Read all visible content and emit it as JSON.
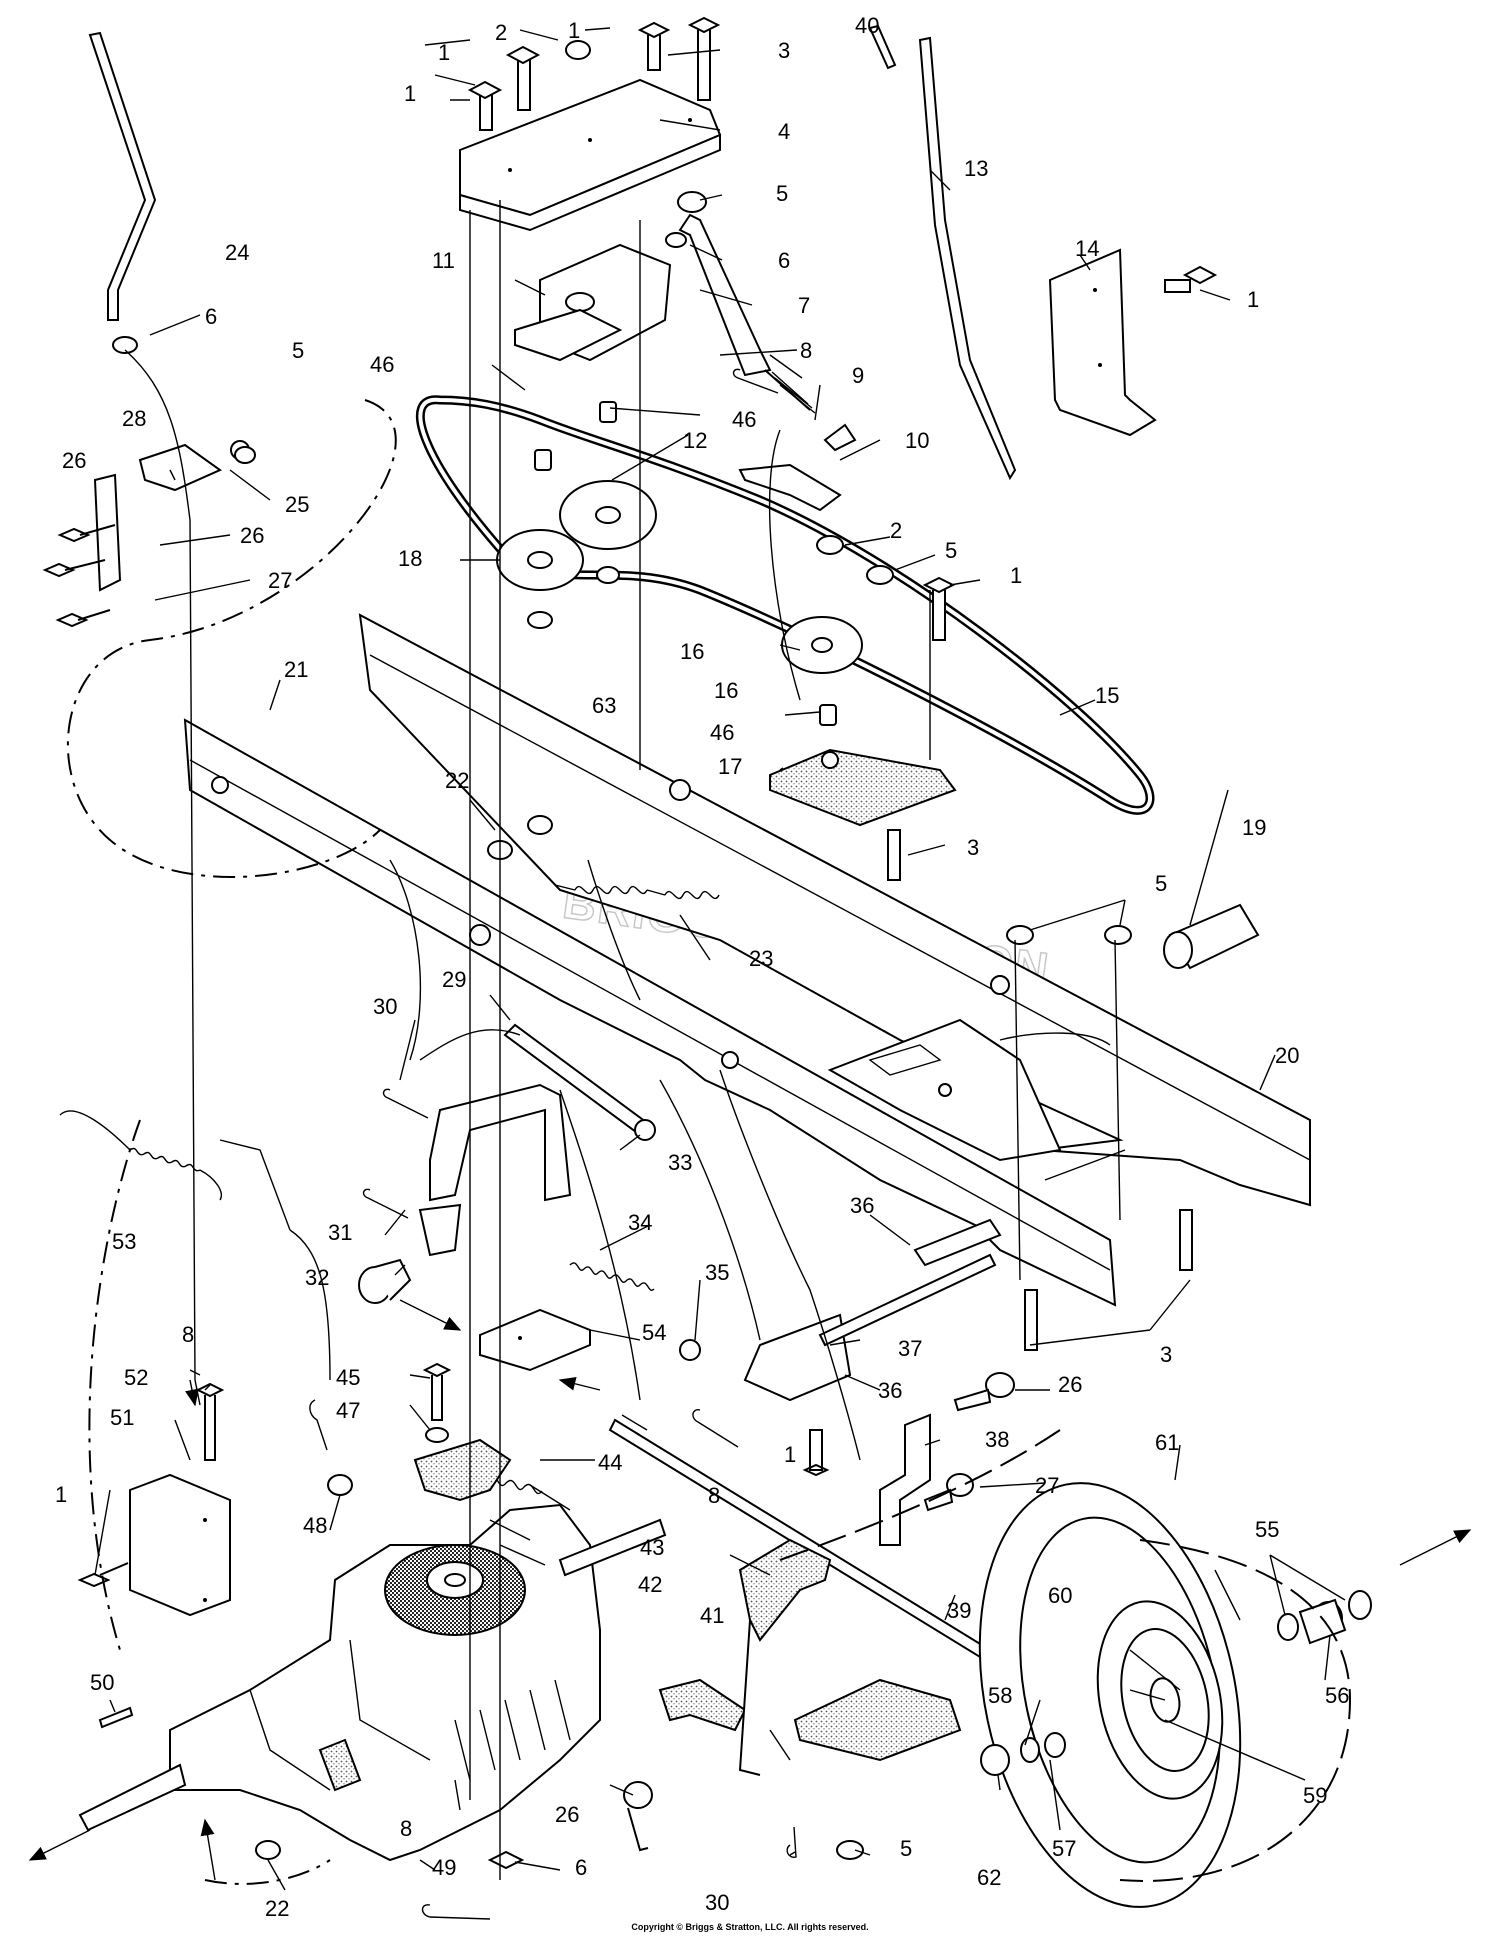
{
  "watermark": "BRIGGS&STRATTON",
  "copyright": "Copyright © Briggs & Stratton, LLC. All rights reserved.",
  "callouts": {
    "c1a": "1",
    "c1b": "1",
    "c1c": "1",
    "c1d": "1",
    "c1e": "1",
    "c1f": "1",
    "c1g": "1",
    "c2a": "2",
    "c2b": "2",
    "c3a": "3",
    "c3b": "3",
    "c3c": "3",
    "c4": "4",
    "c5a": "5",
    "c5b": "5",
    "c5c": "5",
    "c5d": "5",
    "c5e": "5",
    "c6a": "6",
    "c6b": "6",
    "c6c": "6",
    "c7": "7",
    "c8a": "8",
    "c8b": "8",
    "c8c": "8",
    "c8d": "8",
    "c9": "9",
    "c10": "10",
    "c11": "11",
    "c12": "12",
    "c13": "13",
    "c14": "14",
    "c15": "15",
    "c16a": "16",
    "c16b": "16",
    "c17": "17",
    "c18": "18",
    "c19": "19",
    "c20": "20",
    "c21": "21",
    "c22a": "22",
    "c22b": "22",
    "c23": "23",
    "c24": "24",
    "c25": "25",
    "c26a": "26",
    "c26b": "26",
    "c26c": "26",
    "c26d": "26",
    "c27a": "27",
    "c27b": "27",
    "c28": "28",
    "c29": "29",
    "c30a": "30",
    "c30b": "30",
    "c31": "31",
    "c32": "32",
    "c33": "33",
    "c34": "34",
    "c35": "35",
    "c36a": "36",
    "c36b": "36",
    "c37": "37",
    "c38": "38",
    "c39": "39",
    "c40": "40",
    "c41": "41",
    "c42": "42",
    "c43": "43",
    "c44": "44",
    "c45": "45",
    "c46a": "46",
    "c46b": "46",
    "c46c": "46",
    "c47": "47",
    "c48": "48",
    "c49": "49",
    "c50": "50",
    "c51": "51",
    "c52": "52",
    "c53": "53",
    "c54": "54",
    "c55": "55",
    "c56": "56",
    "c57": "57",
    "c58": "58",
    "c59": "59",
    "c60": "60",
    "c61": "61",
    "c62": "62",
    "c63": "63"
  }
}
